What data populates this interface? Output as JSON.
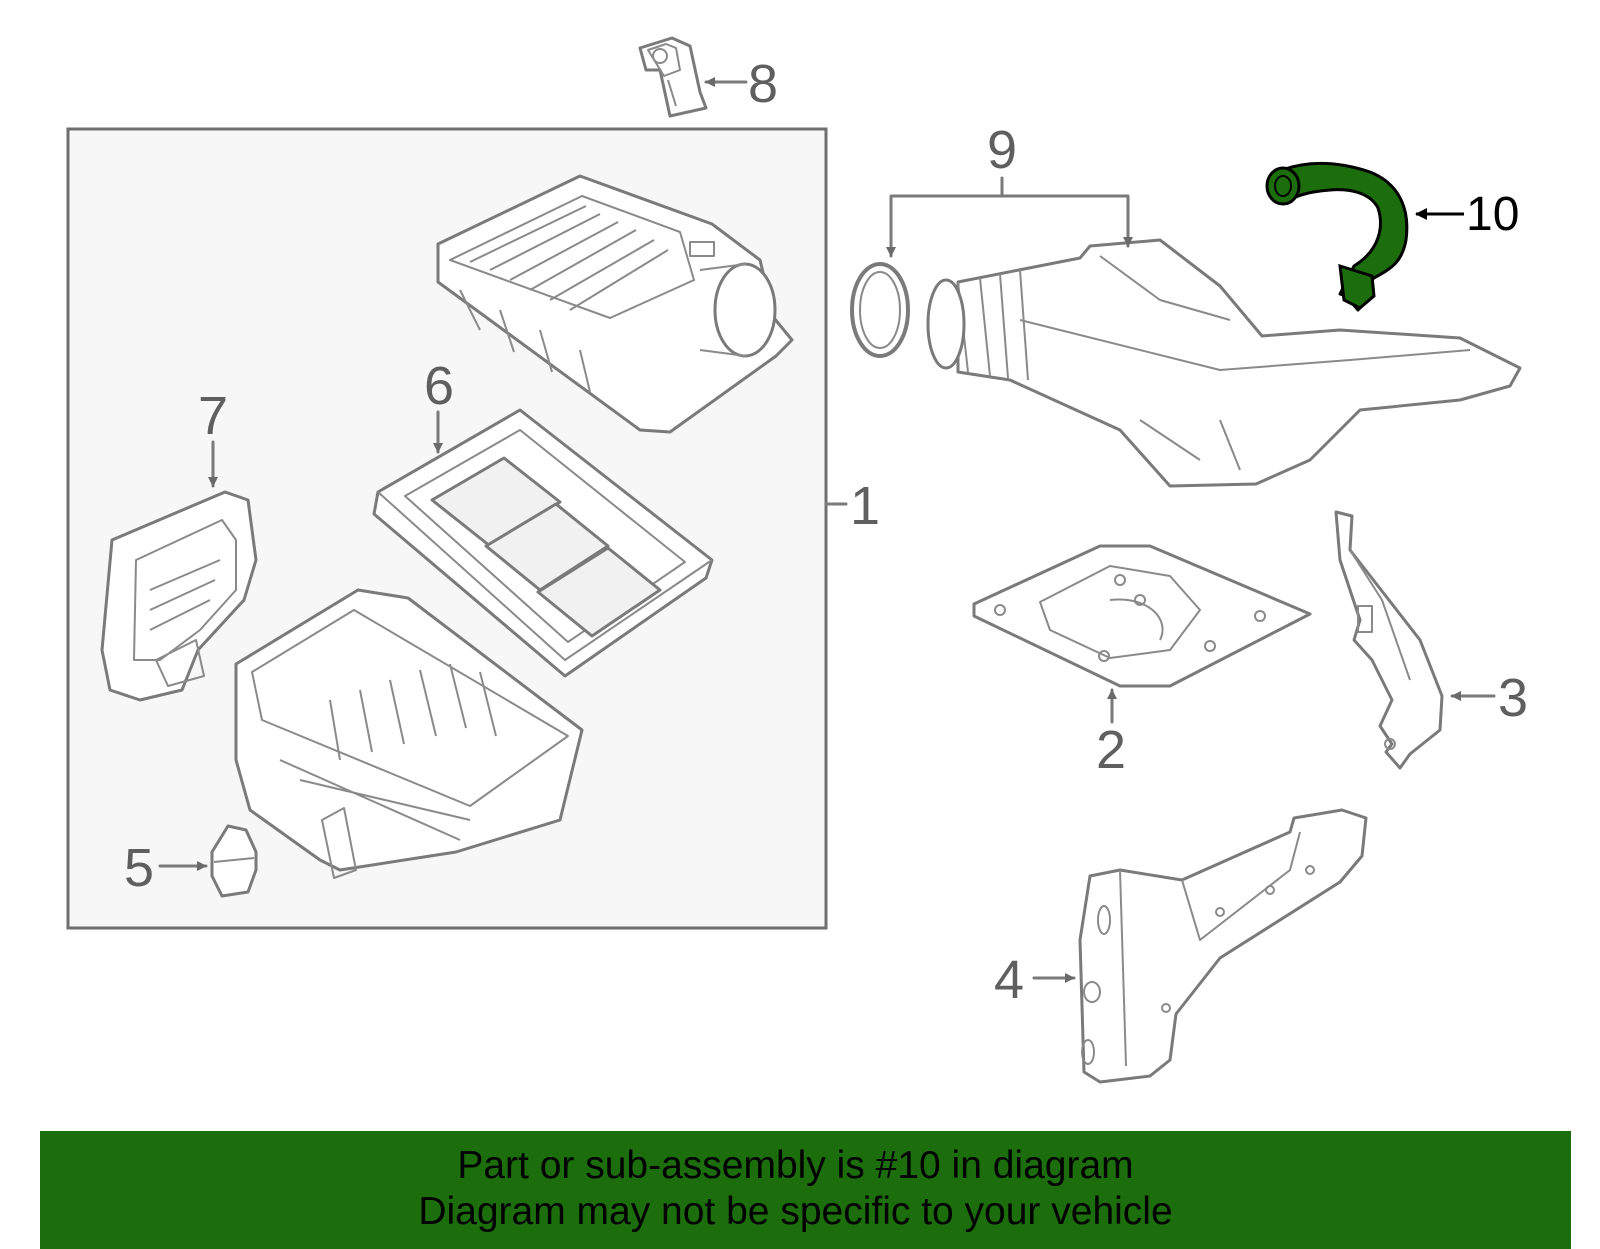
{
  "callouts": {
    "c1": "1",
    "c2": "2",
    "c3": "3",
    "c4": "4",
    "c5": "5",
    "c6": "6",
    "c7": "7",
    "c8": "8",
    "c9": "9",
    "c10": "10"
  },
  "highlight": {
    "part_number": "10",
    "color": "#1c6e0c"
  },
  "banner": {
    "line1": "Part or sub-assembly is #10 in diagram",
    "line2": "Diagram may not be specific to your vehicle",
    "background": "#1c6e0c"
  }
}
